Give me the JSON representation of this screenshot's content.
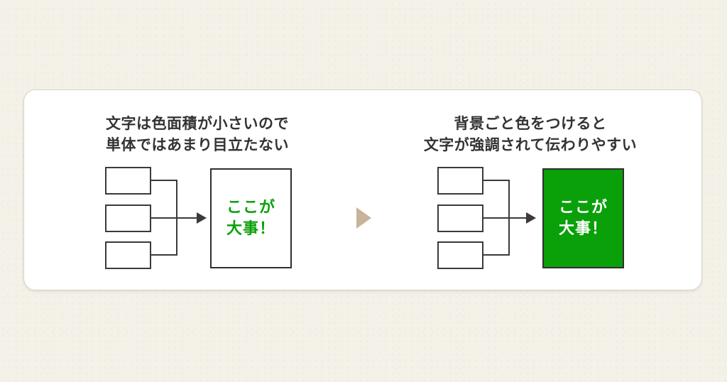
{
  "page": {
    "background_color": "#f4f1e9"
  },
  "card": {
    "background_color": "#ffffff",
    "border_color": "#d7d3c6"
  },
  "divider": {
    "icon": "right-triangle",
    "color": "#c7b49a"
  },
  "diagram_colors": {
    "line": "#3a3a3a",
    "title_text": "#333333",
    "green": "#0aa00a"
  },
  "panels": {
    "left": {
      "title_lines": [
        "文字は色面積が小さいので",
        "単体ではあまり目立たない"
      ],
      "highlight_box": {
        "text_lines": [
          "ここが",
          "大事！"
        ],
        "text_color": "#0aa00a",
        "background_color": "#ffffff"
      }
    },
    "right": {
      "title_lines": [
        "背景ごと色をつけると",
        "文字が強調されて伝わりやすい"
      ],
      "highlight_box": {
        "text_lines": [
          "ここが",
          "大事！"
        ],
        "text_color": "#ffffff",
        "background_color": "#0aa00a"
      }
    }
  }
}
